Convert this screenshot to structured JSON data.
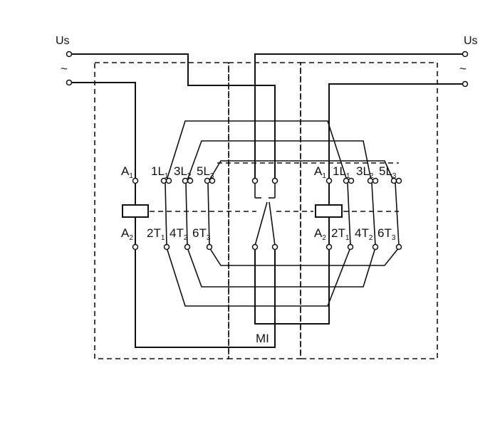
{
  "supply": {
    "left": {
      "label": "Us",
      "symbol": "~"
    },
    "right": {
      "label": "Us",
      "symbol": "~"
    }
  },
  "contactors": [
    {
      "coil_top": {
        "main": "A",
        "sub": "1"
      },
      "coil_bottom": {
        "main": "A",
        "sub": "2"
      },
      "line_terminals": [
        {
          "main": "1L",
          "sub": "1"
        },
        {
          "main": "3L",
          "sub": "2"
        },
        {
          "main": "5L",
          "sub": "3"
        }
      ],
      "load_terminals": [
        {
          "main": "2T",
          "sub": "1"
        },
        {
          "main": "4T",
          "sub": "2"
        },
        {
          "main": "6T",
          "sub": "3"
        }
      ]
    },
    {
      "coil_top": {
        "main": "A",
        "sub": "1"
      },
      "coil_bottom": {
        "main": "A",
        "sub": "2"
      },
      "line_terminals": [
        {
          "main": "1L",
          "sub": "1"
        },
        {
          "main": "3L",
          "sub": "2"
        },
        {
          "main": "5L",
          "sub": "3"
        }
      ],
      "load_terminals": [
        {
          "main": "2T",
          "sub": "1"
        },
        {
          "main": "4T",
          "sub": "2"
        },
        {
          "main": "6T",
          "sub": "3"
        }
      ]
    }
  ],
  "interlock": {
    "label": "MI"
  }
}
